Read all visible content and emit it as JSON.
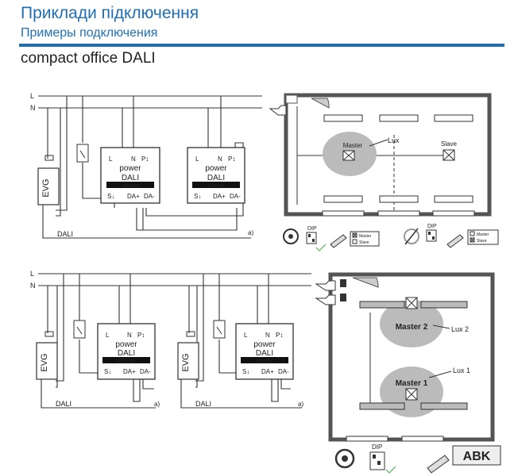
{
  "header": {
    "title_ua": "Приклади підключення",
    "title_ru": "Примеры подключения",
    "subtitle": "compact office DALI",
    "accent_color": "#1f6fb5"
  },
  "labels": {
    "L": "L",
    "N": "N",
    "evg": "EVG",
    "dali": "DALI",
    "a": "a)",
    "power": "power",
    "dali_device": "DALI",
    "term_L": "L",
    "term_N": "N",
    "term_P": "P↕",
    "term_S": "S↓",
    "term_DAplus": "DA+",
    "term_DAminus": "DA-",
    "master": "Master",
    "slave": "Slave",
    "lux": "Lux",
    "master2": "Master 2",
    "master1": "Master 1",
    "lux2": "Lux 2",
    "lux1": "Lux 1",
    "dip": "DIP",
    "opt_master": "Master",
    "opt_slave": "Slave",
    "watermark": "ABK"
  }
}
